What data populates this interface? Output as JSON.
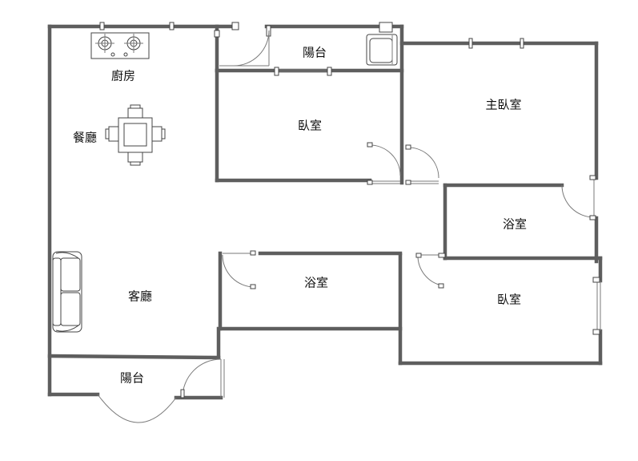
{
  "rooms": {
    "balcony_top": "陽台",
    "kitchen": "廚房",
    "dining": "餐廳",
    "bedroom_1": "臥室",
    "master_bedroom": "主臥室",
    "bathroom_1": "浴室",
    "bathroom_2": "浴室",
    "living": "客廳",
    "bedroom_2": "臥室",
    "balcony_bottom": "陽台"
  },
  "icons": {
    "stove": "stove-icon",
    "dining_table": "dining-table-icon",
    "sofa": "sofa-icon",
    "washer": "washing-machine-icon"
  }
}
